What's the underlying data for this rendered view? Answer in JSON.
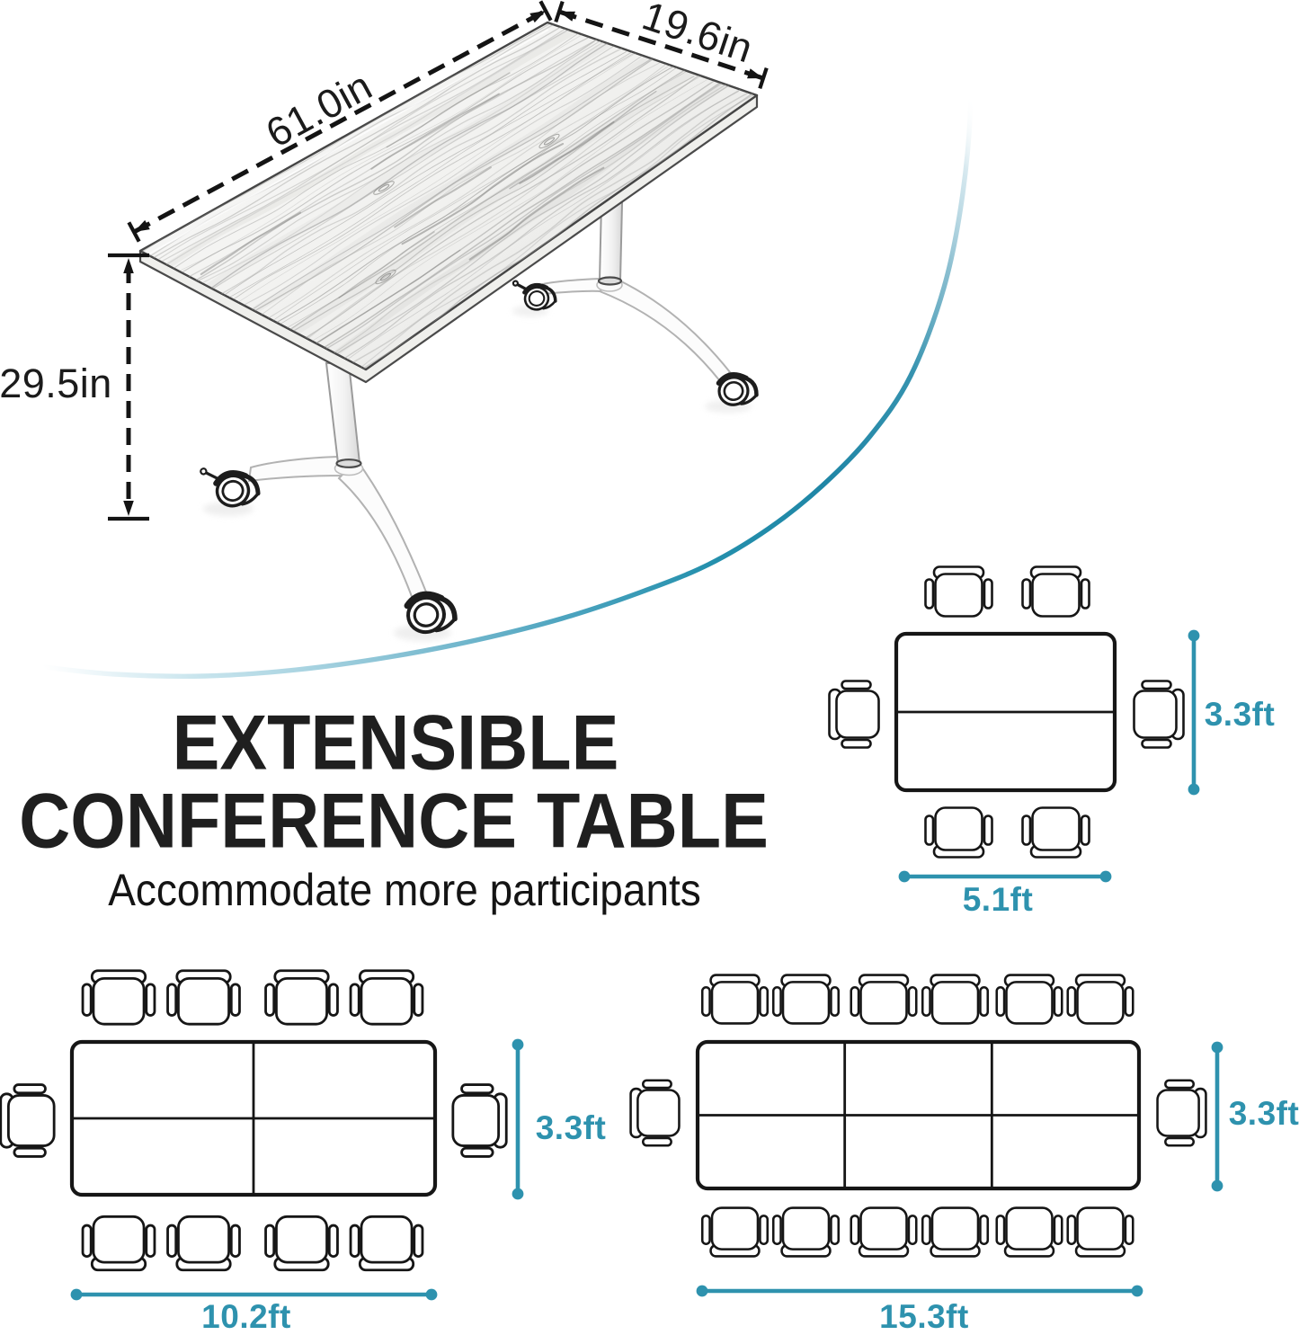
{
  "title": {
    "line1": "EXTENSIBLE",
    "line2": "CONFERENCE TABLE",
    "subtitle": "Accommodate more participants"
  },
  "table3d": {
    "length_label": "61.0in",
    "depth_label": "19.6in",
    "height_label": "29.5in"
  },
  "layouts": [
    {
      "id": "six-seat",
      "segments": 1,
      "seats": 6,
      "width_label": "5.1ft",
      "depth_label": "3.3ft"
    },
    {
      "id": "ten-seat",
      "segments": 2,
      "seats": 10,
      "width_label": "10.2ft",
      "depth_label": "3.3ft"
    },
    {
      "id": "fourteen-seat",
      "segments": 3,
      "seats": 14,
      "width_label": "15.3ft",
      "depth_label": "3.3ft"
    }
  ],
  "colors": {
    "accent_teal": "#2E92AE",
    "arc_teal_dark": "#1F87A8",
    "outline_ink": "#161616",
    "title_ink": "#1F1F1F"
  }
}
